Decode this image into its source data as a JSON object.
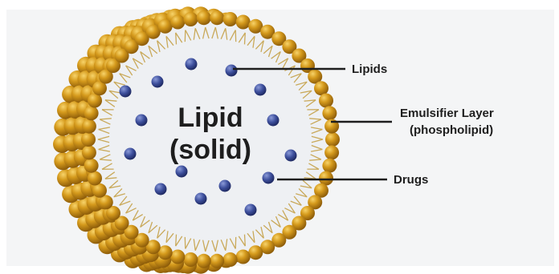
{
  "diagram": {
    "center_label_line1": "Lipid",
    "center_label_line2": "(solid)",
    "labels": {
      "lipids": "Lipids",
      "emulsifier_line1": "Emulsifier Layer",
      "emulsifier_line2": "(phospholipid)",
      "drugs": "Drugs"
    }
  },
  "colors": {
    "background": "#ffffff",
    "panel": "#f4f5f6",
    "core": "#eef0f3",
    "bead": "#d59a1c",
    "bead_dark": "#8f5e0a",
    "bead_light": "#f7d36a",
    "tail": "#c9a95a",
    "drug": "#3d4f9c",
    "drug_light": "#8a9ad8",
    "text": "#1e1e1e",
    "leader_line": "#1e1e1e"
  }
}
